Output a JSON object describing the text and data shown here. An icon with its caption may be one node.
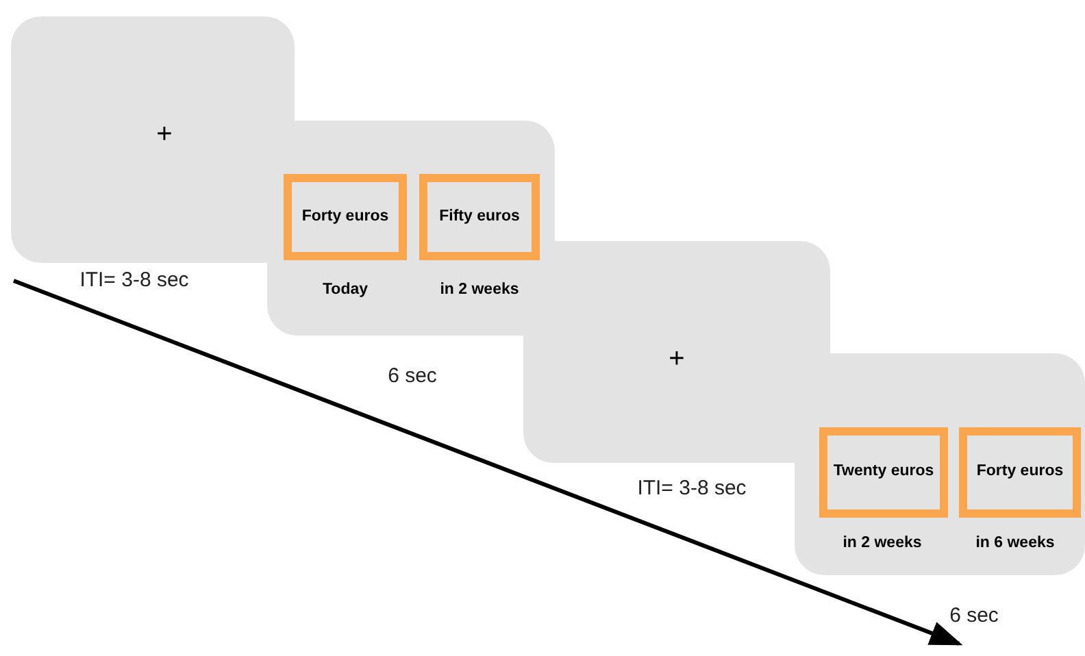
{
  "diagram": {
    "nodes": [
      {
        "text": [
          "+"
        ],
        "beside": [
          "ITI= 3-8 sec"
        ]
      },
      {
        "text": [
          "Today",
          "in 2 weeks"
        ],
        "beside": [
          "6 sec"
        ]
      },
      {
        "text": [
          "Forty euros"
        ],
        "in": 1
      },
      {
        "text": [
          "Fifty euros"
        ],
        "in": 1
      },
      {
        "text": [
          "+"
        ],
        "beside": [
          "ITI= 3-8 sec"
        ]
      },
      {
        "text": [
          "in 2 weeks",
          "in 6 weeks"
        ],
        "beside": [
          "6 sec"
        ]
      },
      {
        "text": [
          "Twenty euros"
        ],
        "in": 5
      },
      {
        "text": [
          "Forty euros"
        ],
        "in": 5
      }
    ],
    "edges": []
  }
}
